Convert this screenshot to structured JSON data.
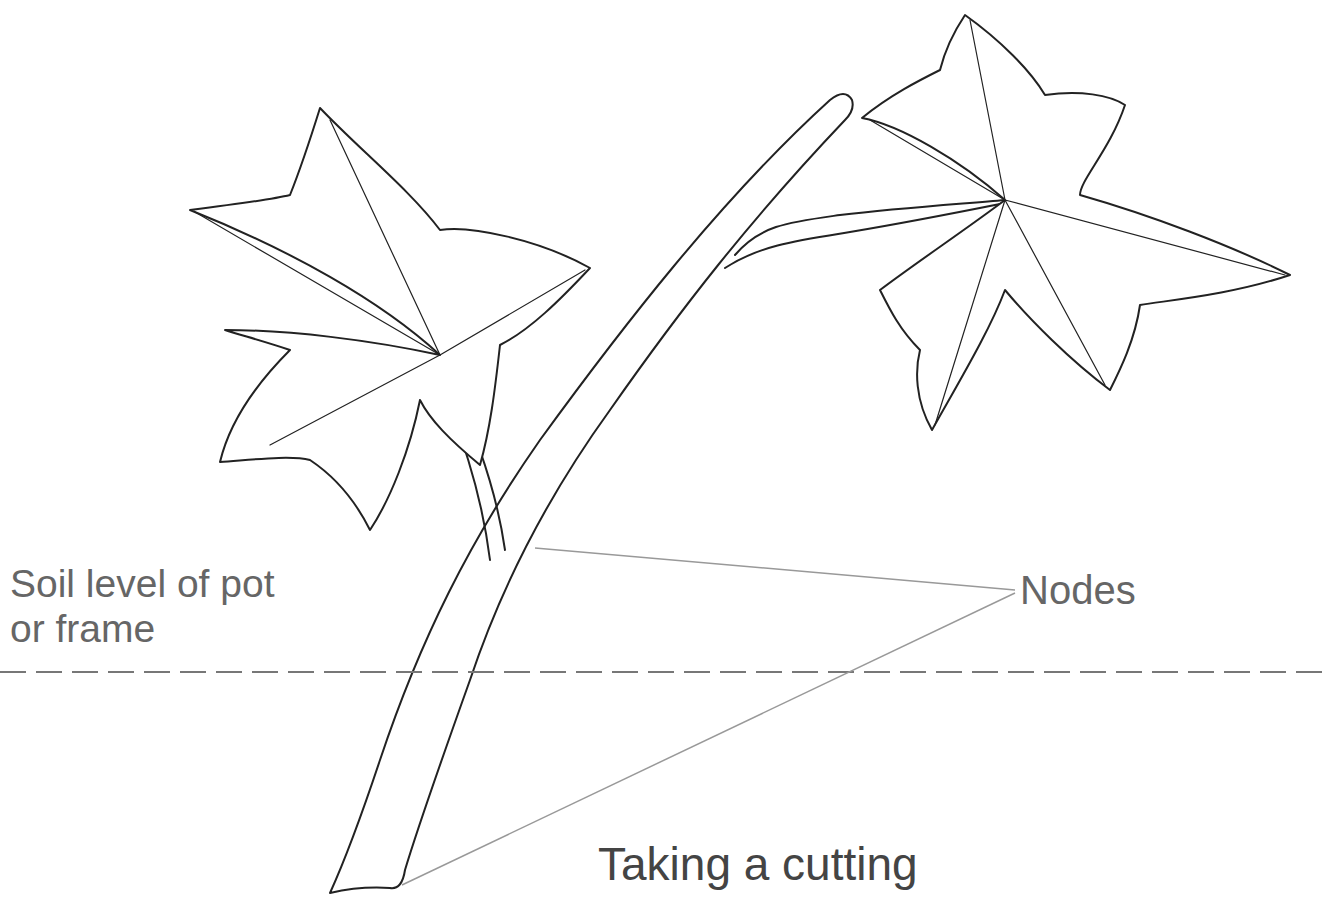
{
  "diagram": {
    "caption": "Taking a cutting",
    "labels": [
      "Soil level of pot or frame",
      "Nodes"
    ]
  }
}
